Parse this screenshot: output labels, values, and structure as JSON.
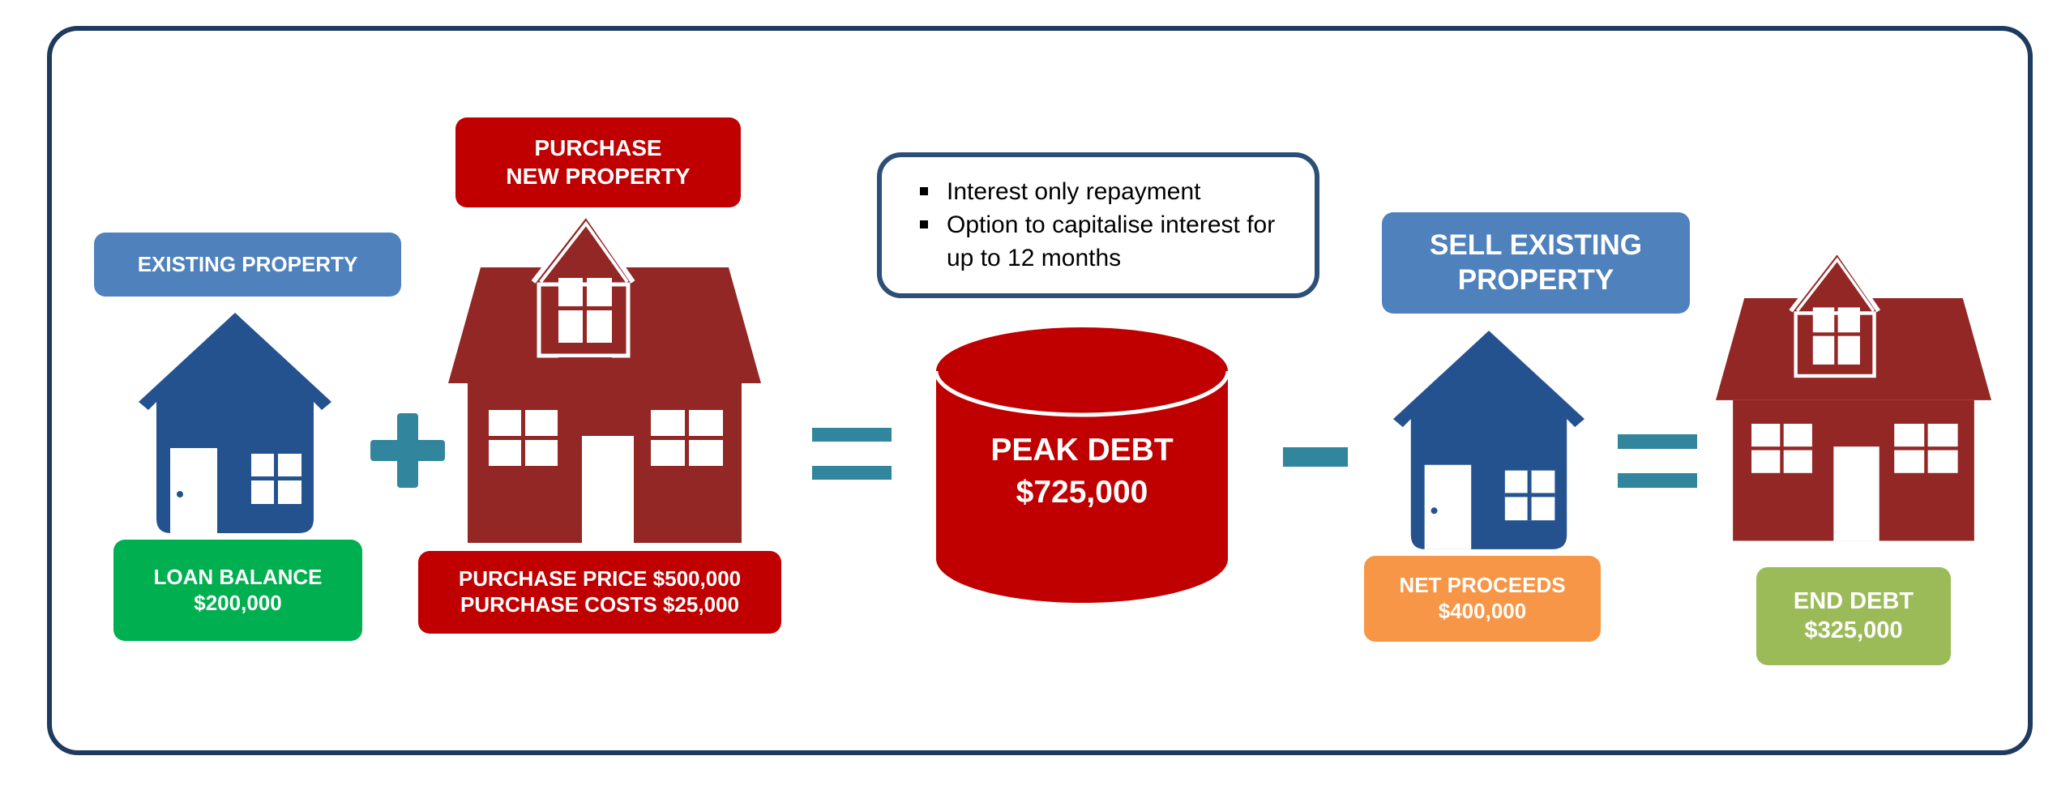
{
  "existing_property": {
    "label": "EXISTING PROPERTY",
    "loan_line1": "LOAN BALANCE",
    "loan_line2": "$200,000"
  },
  "new_property": {
    "label_line1": "PURCHASE",
    "label_line2": "NEW PROPERTY",
    "price_line1": "PURCHASE PRICE $500,000",
    "price_line2": "PURCHASE COSTS $25,000"
  },
  "peak_debt": {
    "line1": "PEAK DEBT",
    "line2": "$725,000",
    "notes": [
      "Interest only repayment",
      "Option to capitalise interest for up to 12 months"
    ]
  },
  "sell_existing": {
    "label_line1": "SELL EXISTING",
    "label_line2": "PROPERTY",
    "proceeds_line1": "NET PROCEEDS",
    "proceeds_line2": "$400,000"
  },
  "end_debt": {
    "line1": "END DEBT",
    "line2": "$325,000"
  },
  "colors": {
    "frame": "#1f3a5f",
    "blue_label": "#4f81bd",
    "blue_house": "#24528f",
    "red_house": "#922725",
    "red_label": "#c00000",
    "green_label": "#00b050",
    "orange_label": "#f79646",
    "olive_label": "#9bbb59",
    "operator": "#31859c"
  }
}
